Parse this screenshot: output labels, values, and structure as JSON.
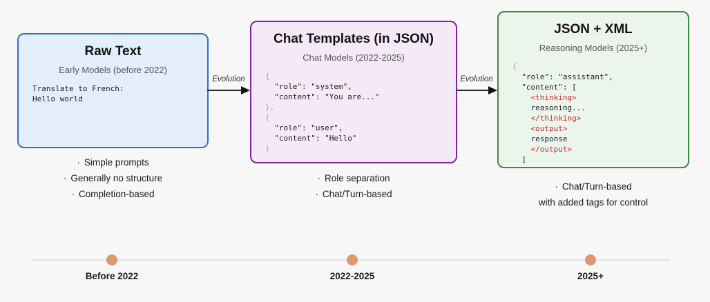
{
  "page": {
    "background": "#f7f7f8"
  },
  "colors": {
    "code_plain": "#1f1f1f",
    "code_brace": "#e8956d",
    "code_tag": "#cc2b2b",
    "timeline_dot": "#e0966f",
    "timeline_line": "#e3e3e3"
  },
  "bullet_glyph": "·",
  "stages": [
    {
      "title": "Raw Text",
      "subtitle": "Early Models (before 2022)",
      "border_color": "#3170c8",
      "fill_color": "#e3eefa",
      "code": [
        [
          {
            "t": "Translate to French:",
            "s": "plain"
          }
        ],
        [
          {
            "t": "Hello world",
            "s": "plain"
          }
        ]
      ],
      "notes": [
        {
          "bullet": true,
          "text": "Simple prompts"
        },
        {
          "bullet": true,
          "text": "Generally no structure"
        },
        {
          "bullet": true,
          "text": "Completion-based"
        }
      ]
    },
    {
      "title": "Chat Templates (in JSON)",
      "subtitle": "Chat Models (2022-2025)",
      "border_color": "#7b24a0",
      "fill_color": "#f5e9f8",
      "code": [
        [
          {
            "t": "{",
            "s": "brace"
          }
        ],
        [
          {
            "t": "  \"role\": \"system\",",
            "s": "plain"
          }
        ],
        [
          {
            "t": "  \"content\": \"You are...\"",
            "s": "plain"
          }
        ],
        [
          {
            "t": "},",
            "s": "brace"
          }
        ],
        [
          {
            "t": "{",
            "s": "brace"
          }
        ],
        [
          {
            "t": "  \"role\": \"user\",",
            "s": "plain"
          }
        ],
        [
          {
            "t": "  \"content\": \"Hello\"",
            "s": "plain"
          }
        ],
        [
          {
            "t": "}",
            "s": "brace"
          }
        ]
      ],
      "notes": [
        {
          "bullet": true,
          "text": "Role separation"
        },
        {
          "bullet": true,
          "text": "Chat/Turn-based"
        }
      ]
    },
    {
      "title": "JSON + XML",
      "subtitle": "Reasoning Models (2025+)",
      "border_color": "#3d8542",
      "fill_color": "#ecf5ec",
      "code": [
        [
          {
            "t": "{",
            "s": "brace"
          }
        ],
        [
          {
            "t": "  \"role\": \"assistant\",",
            "s": "plain"
          }
        ],
        [
          {
            "t": "  \"content\": [",
            "s": "plain"
          }
        ],
        [
          {
            "t": "    ",
            "s": "plain"
          },
          {
            "t": "<thinking>",
            "s": "tag"
          }
        ],
        [
          {
            "t": "    reasoning...",
            "s": "plain"
          }
        ],
        [
          {
            "t": "    ",
            "s": "plain"
          },
          {
            "t": "</thinking>",
            "s": "tag"
          }
        ],
        [
          {
            "t": "    ",
            "s": "plain"
          },
          {
            "t": "<output>",
            "s": "tag"
          }
        ],
        [
          {
            "t": "    response",
            "s": "plain"
          }
        ],
        [
          {
            "t": "    ",
            "s": "plain"
          },
          {
            "t": "</output>",
            "s": "tag"
          }
        ],
        [
          {
            "t": "  ]",
            "s": "plain"
          }
        ]
      ],
      "notes": [
        {
          "bullet": true,
          "text": "Chat/Turn-based"
        },
        {
          "bullet": false,
          "text": "with added tags for control"
        }
      ]
    }
  ],
  "arrows": [
    {
      "label": "Evolution"
    },
    {
      "label": "Evolution"
    }
  ],
  "timeline": {
    "milestones": [
      {
        "label": "Before 2022"
      },
      {
        "label": "2022-2025"
      },
      {
        "label": "2025+"
      }
    ]
  }
}
